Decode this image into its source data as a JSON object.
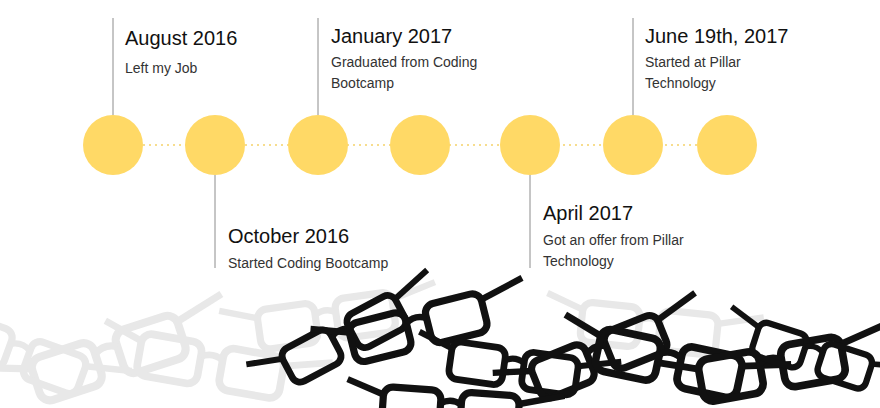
{
  "diagram": {
    "labels": [
      "August 2016",
      "Left my Job",
      "January 2017",
      "Graduated from Coding Bootcamp",
      "June 19th, 2017",
      "Started at Pillar Technology",
      "October 2016",
      "Started Coding Bootcamp",
      "April 2017",
      "Got an offer from Pillar Technology"
    ]
  }
}
